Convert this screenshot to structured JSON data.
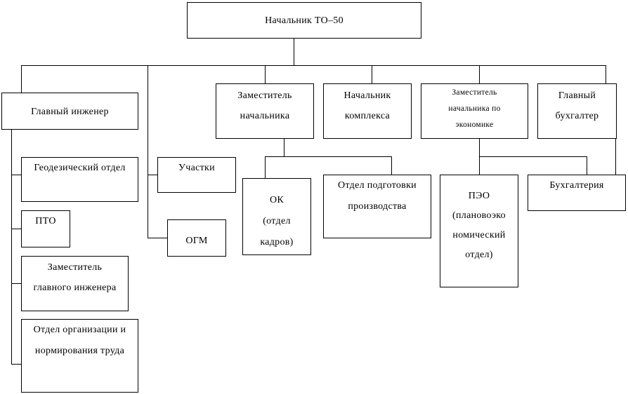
{
  "title": "Начальник ТО–50",
  "deputies": {
    "chief_engineer": "Главный инженер",
    "sections": "Участки",
    "ogm": "ОГМ",
    "deputy_head": [
      "Заместитель",
      "начальника"
    ],
    "complex_head": [
      "Начальник",
      "комплекса"
    ],
    "economy_deputy": [
      "Заместитель",
      "начальника по",
      "экономике"
    ],
    "chief_accountant": [
      "Главный",
      "бухгалтер"
    ]
  },
  "engineer_units": {
    "geodesy": "Геодезический отдел",
    "pto": "ПТО",
    "deputy_engineer": [
      "Заместитель",
      "главного инженера"
    ],
    "labor_org": [
      "Отдел организации и",
      "нормирования труда"
    ]
  },
  "deputy_units": {
    "hr": [
      "ОК",
      "(отдел",
      "кадров)"
    ],
    "production_prep": [
      "Отдел подготовки",
      "производства"
    ]
  },
  "economy_units": {
    "peo": [
      "ПЭО",
      "(плановоэко",
      "номический",
      "отдел)"
    ],
    "accounting": "Бухгалтерия"
  }
}
